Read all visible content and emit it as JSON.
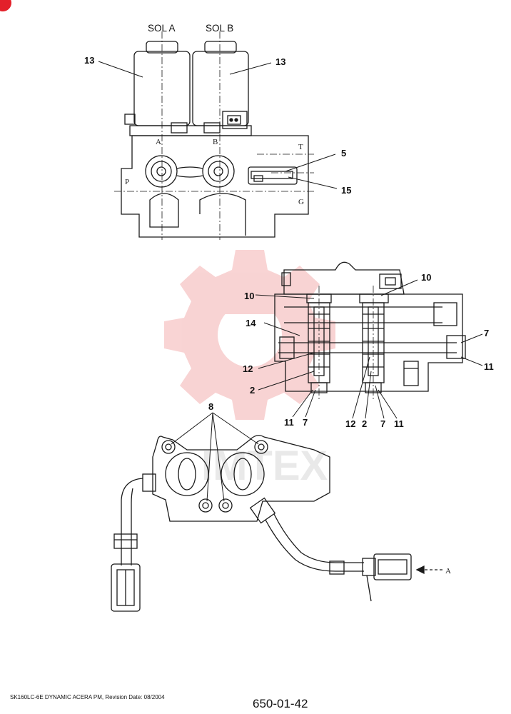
{
  "labels": {
    "sol_a": "SOL A",
    "sol_b": "SOL B",
    "port_a": "A",
    "port_b": "B",
    "port_p": "P",
    "port_t": "T",
    "port_g": "G",
    "view_arrow": "A"
  },
  "callouts": {
    "c13_left": "13",
    "c13_right": "13",
    "c5": "5",
    "c15": "15",
    "c10_left": "10",
    "c10_right": "10",
    "c14": "14",
    "c7_right": "7",
    "c11_right": "11",
    "c12_left": "12",
    "c2_left": "2",
    "c11_bottom_left": "11",
    "c7_bottom_left": "7",
    "c12_bottom_right": "12",
    "c2_bottom_right": "2",
    "c7_bottom_right": "7",
    "c11_bottom_right": "11",
    "c8": "8"
  },
  "watermark": {
    "text": "IMTEX",
    "color": "#e43b3b"
  },
  "footer": {
    "model_text": "SK160LC-6E DYNAMIC ACERA PM, Revision Date: 08/2004",
    "page_number": "650-01-42"
  }
}
